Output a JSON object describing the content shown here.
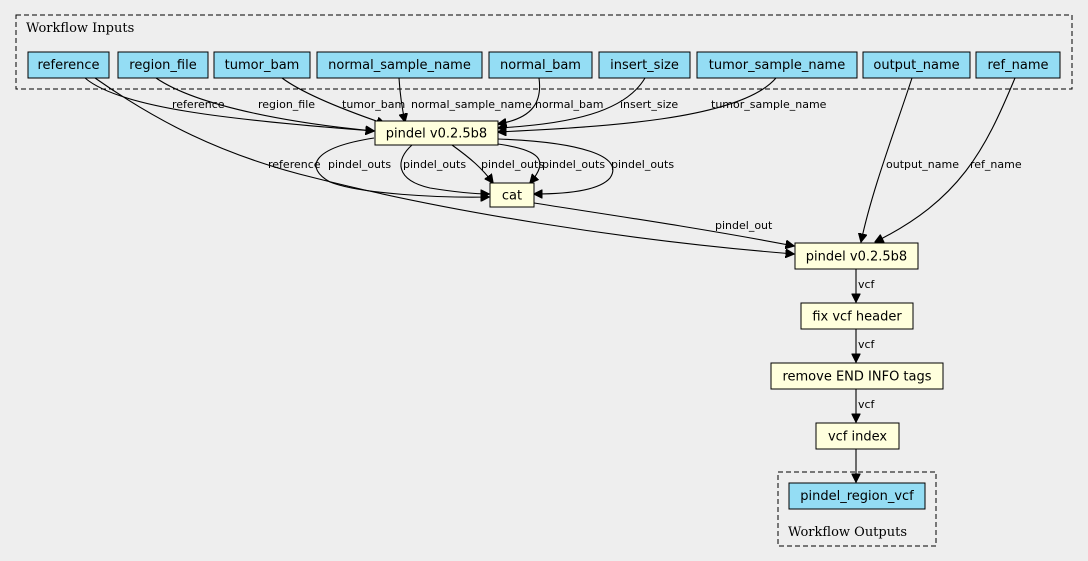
{
  "clusters": {
    "inputs_label": "Workflow Inputs",
    "outputs_label": "Workflow Outputs"
  },
  "inputs": [
    "reference",
    "region_file",
    "tumor_bam",
    "normal_sample_name",
    "normal_bam",
    "insert_size",
    "tumor_sample_name",
    "output_name",
    "ref_name"
  ],
  "steps": {
    "pindel1": "pindel v0.2.5b8",
    "cat": "cat",
    "pindel2": "pindel v0.2.5b8",
    "fix": "fix vcf header",
    "remove": "remove END INFO tags",
    "index": "vcf index"
  },
  "outputs": [
    "pindel_region_vcf"
  ],
  "edge_labels": {
    "reference_1": "reference",
    "region_file": "region_file",
    "tumor_bam": "tumor_bam",
    "normal_sample_name": "normal_sample_name",
    "normal_bam": "normal_bam",
    "insert_size": "insert_size",
    "tumor_sample_name": "tumor_sample_name",
    "reference_2": "reference",
    "pindel_outs_1": "pindel_outs",
    "pindel_outs_2": "pindel_outs",
    "pindel_outs_3": "pindel_outs",
    "pindel_outs_4": "pindel_outs",
    "pindel_outs_5": "pindel_outs",
    "output_name": "output_name",
    "ref_name": "ref_name",
    "pindel_out": "pindel_out",
    "vcf_1": "vcf",
    "vcf_2": "vcf",
    "vcf_3": "vcf"
  },
  "colors": {
    "background": "#eeeeee",
    "input_fill": "#94ddf4",
    "step_fill": "#ffffdd",
    "stroke": "#000000"
  }
}
